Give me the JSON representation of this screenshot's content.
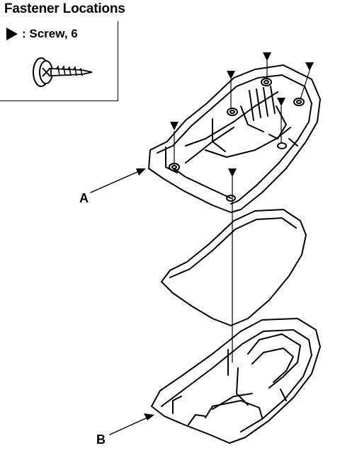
{
  "title": "Fastener Locations",
  "legend": {
    "symbol": "triangle-marker-icon",
    "label": ": Screw, 6"
  },
  "callouts": {
    "a": "A",
    "b": "B"
  }
}
